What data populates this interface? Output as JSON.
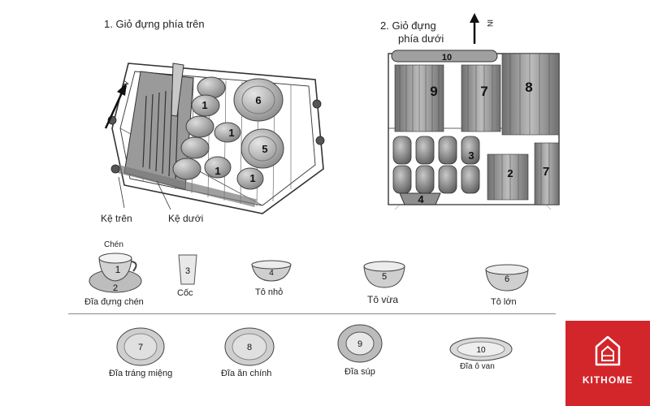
{
  "sections": {
    "upper": {
      "title": "1.  Giỏ đựng phía trên",
      "label_top_shelf": "Kệ trên",
      "label_bottom_shelf": "Kệ dưới",
      "arrow_label": "IN"
    },
    "lower": {
      "title_line1": "2.  Giỏ đựng",
      "title_line2": "phía dưới",
      "arrow_label": "IN"
    }
  },
  "upper_rack_numbers": [
    "1",
    "6",
    "1",
    "5",
    "1",
    "1"
  ],
  "lower_rack_numbers": [
    "10",
    "9",
    "7",
    "8",
    "3",
    "2",
    "7",
    "4"
  ],
  "legend": {
    "row1": [
      {
        "num_top": "1",
        "num_bottom": "2",
        "small_label": "Chén",
        "label": "Đĩa đựng chén"
      },
      {
        "num": "3",
        "label": "Cốc"
      },
      {
        "num": "4",
        "label": "Tô nhỏ"
      },
      {
        "num": "5",
        "label": "Tô vừa"
      },
      {
        "num": "6",
        "label": "Tô lớn"
      }
    ],
    "row2": [
      {
        "num": "7",
        "label": "Đĩa tráng miệng"
      },
      {
        "num": "8",
        "label": "Đĩa ăn chính"
      },
      {
        "num": "9",
        "label": "Đĩa súp"
      },
      {
        "num": "10",
        "label": "Đĩa ô van"
      }
    ]
  },
  "brand": {
    "name": "KITHOME",
    "color": "#d3262b",
    "icon": "house-logo-icon"
  }
}
